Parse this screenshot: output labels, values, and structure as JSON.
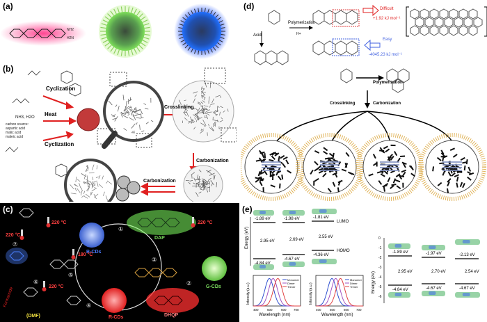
{
  "panel_a": {
    "label": "(a)",
    "molecule_labels": [
      "H2N",
      "NH2"
    ]
  },
  "panel_b": {
    "label": "(b)",
    "cyclization_top": "Cyclization",
    "cyclization_bottom": "Cyclization",
    "heat": "Heat",
    "reagents": "NH3, H2O",
    "crosslinking": "Crosslinking",
    "carbonization_right": "Carbonization",
    "carbonization_bottom": "Carbonization",
    "sources": [
      "carbon source:",
      "aspartic acid",
      "malic acid",
      "maleic acid"
    ]
  },
  "panel_c": {
    "label": "(c)",
    "temps": [
      "220 °C",
      "220 °C",
      "220 °C",
      "180 °C",
      "220 °C"
    ],
    "products": [
      "B-CDs",
      "G-CDs",
      "R-CDs"
    ],
    "reactants": [
      "DAP",
      "DHQP",
      "(DMF)"
    ],
    "steps": [
      "①",
      "②",
      "③",
      "④",
      "⑤",
      "⑥",
      "⑦"
    ],
    "side_label": "Formamide"
  },
  "panel_d": {
    "label": "(d)",
    "acid": "Acid",
    "polymerization_top": "Polymerization",
    "h_plus": "H+",
    "difficult": "Difficult",
    "difficult_energy": "+1.92 kJ mol⁻¹",
    "easy": "Easy",
    "easy_energy": "-4045.23 kJ mol⁻¹",
    "polymerization_mid": "Polymerization",
    "crosslinking": "Crosslinking",
    "carbonization": "Carbonization"
  },
  "panel_e": {
    "label": "(e)",
    "energy_axis": "Energy (eV)",
    "lumo": "LUMO",
    "homo": "HOMO",
    "left_levels": {
      "lumo": [
        "-1.89 eV",
        "-1.98 eV",
        "-1.81 eV"
      ],
      "gap": [
        "2.95 eV",
        "2.69 eV",
        "2.55 eV"
      ],
      "homo": [
        "-4.84 eV",
        "-4.67 eV",
        "-4.36 eV"
      ]
    },
    "right_levels": {
      "lumo": [
        "-1.89 eV",
        "-1.97 eV",
        "-2.13 eV"
      ],
      "gap": [
        "2.95 eV",
        "2.70 eV",
        "2.54 eV"
      ],
      "homo": [
        "-4.84 eV",
        "-4.67 eV",
        "-4.67 eV"
      ]
    },
    "right_yticks": [
      "0",
      "-1",
      "-2",
      "-3",
      "-4",
      "-5",
      "-6"
    ],
    "spectra_xlabel": "Wavelength (nm)",
    "spectra_ylabel": "Intensity (a.u.)",
    "spectra_xticks": [
      "400",
      "500",
      "600",
      "700"
    ],
    "legend": [
      "Monomer",
      "Dimer",
      "Trimer"
    ],
    "colors": {
      "monomer": "#3050d0",
      "dimer": "#a050c0",
      "trimer": "#e04040"
    }
  }
}
